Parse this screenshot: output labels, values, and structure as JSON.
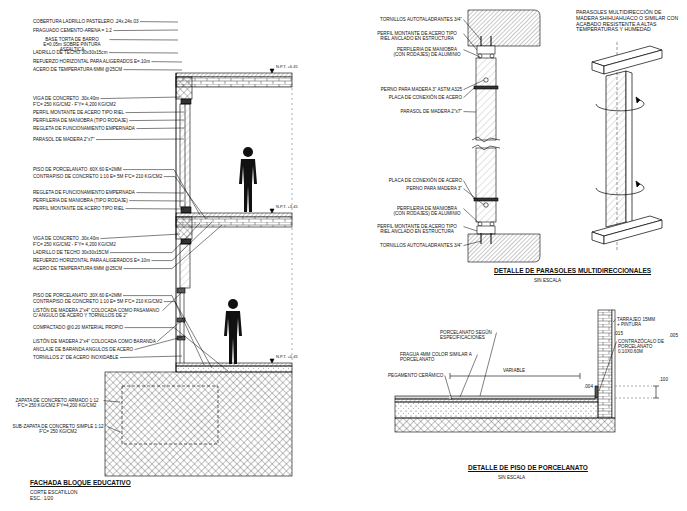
{
  "diagram": {
    "labels": [
      "COBERTURA LADRILLO PASTELERO .24x.24x.03",
      "FRAGUADO CEMENTO-ARENA = 1:2",
      "BASE TORTA DE BARRO E=0.05m SOBRE PINTURA ASFALTICA",
      "LADRILLO DE TECHO 30x30x15cm",
      "REFUERZO HORIZONTAL PARA ALIGERADOS E=.10m",
      "ACERO DE TEMPERATURA 6MM @25CM",
      "VIGA DE CONCRETO .30x.40m",
      "F'C= 250 KG/CM2 - F'Y= 4,200 KG/CM2",
      "PERFIL MONTANTE DE ACERO TIPO RIEL",
      "PERFILERIA DE MANIOBRA (TIPO RODAJE)",
      "REGLETA DE FUNCIONAMIENTO EMPERNADA",
      "PARASOL DE MADERA 2\"x7\"",
      "PISO DE PORCELANATO .60X.60 E=2MM",
      "CONTRAPISO DE CONCRETO 1:10 E= 5M F'C= 210 KG/CM2",
      "REGLETA DE FUNCIONAMIENTO EMPERNADA",
      "PERFILERIA DE MANIOBRA (TIPO RODAJE)",
      "PERFIL MONTANTE DE ACERO TIPO RIEL",
      "VIGA DE CONCRETO .30x.40m",
      "F'C= 250 KG/CM2 - F'Y= 4,200 KG/CM2",
      "LADRILLO DE TECHO 30x30x15CM",
      "REFUERZO HORIZONTAL PARA ALIGERADOS E=.10m",
      "ACERO DE TEMPERATURA 6MM @25CM",
      "PISO DE PORCELANATO .30X.60 E=2MM",
      "CONTRAPISO DE CONCRETO 1:10 E= 5M F'C= 210 KG/CM2",
      "LISTÓN DE MADERA 2\"x4\" COLOCADA COMO PASAMANO C/ ANGULO DE ACERO Y TORNILLOS DE 2\"",
      "COMPACTADO @0.20 MATERIAL PROPIO",
      "LISTÓN DE MADERA 2\"x4\" COLOCADA COMO BARANDA",
      "ANCLAJE DE BARANDA ANGULOS DE ACERO",
      "TORNILLOS 2\" DE ACERO INOXIDABLE",
      "ZAPATA DE CONCRETO ARMADO 1:12 F'C= 250 KG/CM2 F'Y=4,200 KG/CM2",
      "SUB-ZAPATA DE CONCRETO SIMPLE 1:12 F'C= 250 KG/CM2",
      "FACHADA BLOQUE EDUCATIVO",
      "CORTE ESCATILLON",
      "ESC.: 1/20",
      "N.P.T. +6.45",
      "N.P.T. +3.45",
      "N.P.T. +0.45",
      "TORNILLOS AUTOTALADRANTES 3/4\"",
      "PERFIL MONTANTE DE ACERO TIPO RIEL ANCLADO EN ESTRUCTURA",
      "PERFILERIA DE MANIOBRA (CON RODAJES) DE ALUMINIO",
      "PERNO PARA MADERA 3\" ASTM A325",
      "PLACA DE CONEXIÓN DE ACERO",
      "PARASOL DE MADERA 2\"x7\"",
      "PLACA DE CONEXIÓN DE ACERO",
      "PERNO PARA MADERA 3\"",
      "PERFILERIA DE MANIOBRA (CON RODAJES) DE ALUMINIO",
      "PERFIL MONTANTE DE ACERO TIPO RIEL ANCLADO EN ESTRUCTURA",
      "TORNILLOS AUTOTALADRANTES 3/4\"",
      "DETALLE DE PARASOLES MULTIDIRECCIONALES",
      "SIN ESCALA",
      "PARASOLES MULTIDIRECCIÓN DE MADERA SHIHUAHUACO O SIMILAR CON ACABADO RESISTENTE A ALTAS TEMPERATURAS Y HUMEDAD",
      "PORCELANATO SEGÚN ESPECIFICACIONES",
      "FRAGUA 4MM COLOR SIMILAR A PORCELANATO",
      "PEGAMENTO CERÁMICO",
      "VARIABLE",
      ".004",
      "TARRAJEO 15MM + PINTURA",
      "CONTRAZÓCALO DE PORCELANATO 0.10X0.60M",
      ".015",
      ".005",
      ".100",
      "DETALLE DE PISO DE PORCELANATO",
      "SIN ESCALA"
    ]
  }
}
